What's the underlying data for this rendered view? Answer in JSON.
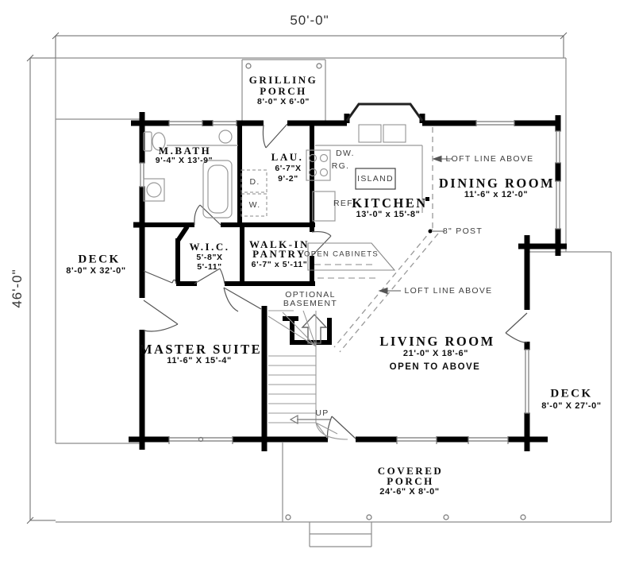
{
  "plan": {
    "overall_width": "50'-0\"",
    "overall_depth": "46'-0\"",
    "rooms": {
      "grilling_porch": {
        "line1": "GRILLING",
        "line2": "PORCH",
        "dims": "8'-0\" X 6'-0\""
      },
      "master_bath": {
        "name": "M.BATH",
        "dims": "9'-4\" X 13'-9\""
      },
      "laundry": {
        "name": "LAU.",
        "dims_w": "6'-7\"X",
        "dims_h": "9'-2\""
      },
      "kitchen": {
        "name": "KITCHEN",
        "dims": "13'-0\" x 15'-8\""
      },
      "dining_room": {
        "name": "DINING ROOM",
        "dims": "11'-6\" x 12'-0\""
      },
      "walk_in_closet": {
        "name": "W.I.C.",
        "dims_w": "5'-8\"X",
        "dims_h": "5'-11\""
      },
      "walk_in_pantry": {
        "line1": "WALK-IN",
        "line2": "PANTRY",
        "dims": "6'-7\" x 5'-11\""
      },
      "living_room": {
        "name": "LIVING ROOM",
        "dims": "21'-0\" X 18'-6\"",
        "note": "OPEN TO ABOVE"
      },
      "master_suite": {
        "name": "MASTER SUITE",
        "dims": "11'-6\" X 15'-4\""
      },
      "deck_left": {
        "name": "DECK",
        "dims": "8'-0\" X 32'-0\""
      },
      "deck_right": {
        "name": "DECK",
        "dims": "8'-0\" X 27'-0\""
      },
      "covered_porch": {
        "line1": "COVERED",
        "line2": "PORCH",
        "dims": "24'-6\" X 8'-0\""
      }
    },
    "annotations": {
      "loft_line_above": "LOFT LINE ABOVE",
      "post": "8\" POST",
      "open_cabinets": "OPEN CABINETS",
      "optional_basement_line1": "OPTIONAL",
      "optional_basement_line2": "BASEMENT",
      "island": "ISLAND",
      "up": "UP",
      "dishwasher": "DW.",
      "range": "RG.",
      "refrigerator": "REF.",
      "dryer": "D.",
      "washer": "W."
    },
    "colors": {
      "wall": "#000000",
      "thin_line": "#8c8c8c",
      "text_secondary": "#3d3d3d"
    }
  }
}
